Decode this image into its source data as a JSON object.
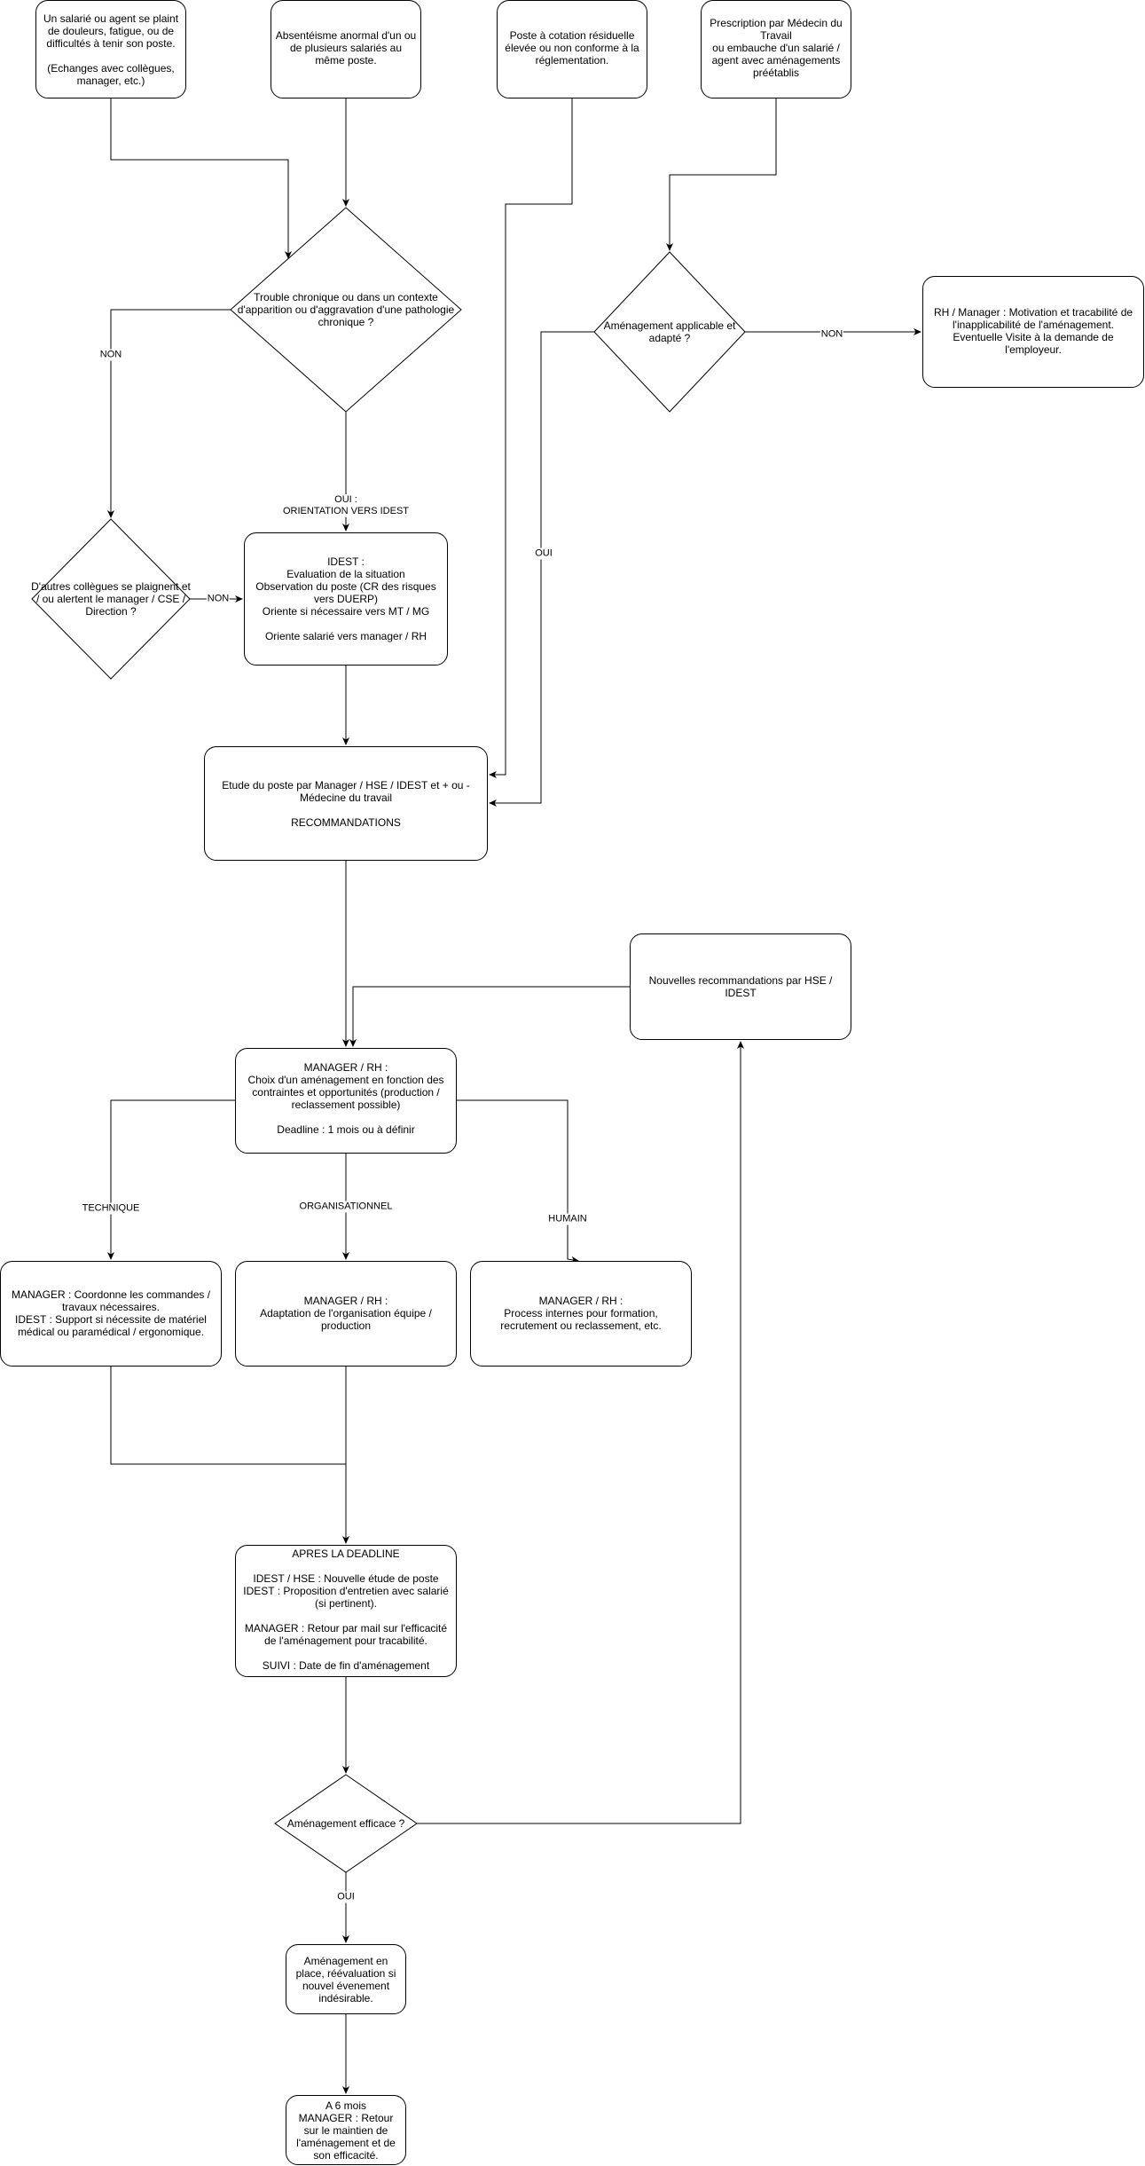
{
  "nodes": {
    "n1": "Un salarié ou agent se plaint de douleurs, fatigue, ou de difficultés à tenir son poste.\n\n(Echanges avec collègues, manager, etc.)",
    "n2": "Absentéisme anormal d'un ou de plusieurs salariés au même poste.",
    "n3": "Poste à cotation résiduelle élevée ou non conforme à la réglementation.",
    "n4": "Prescription par Médecin du Travail\nou embauche d'un salarié / agent avec aménagements préétablis",
    "d1": "Trouble chronique ou dans un contexte d'apparition ou d'aggravation d'une pathologie chronique ?",
    "d2": "Aménagement applicable et adapté ?",
    "n5": "RH / Manager : Motivation et tracabilité de l'inapplicabilité de l'aménagement.\nEventuelle Visite à la demande de l'employeur.",
    "d3": "D'autres collègues se plaignent et / ou alertent le manager / CSE / Direction ?",
    "n6": "IDEST :\nEvaluation de la situation\nObservation du poste (CR des risques vers DUERP)\nOriente si nécessaire vers MT / MG\n\nOriente salarié vers manager / RH",
    "n7": "Etude du poste par Manager / HSE / IDEST et + ou - Médecine du travail\n\nRECOMMANDATIONS",
    "n8": "Nouvelles recommandations par HSE / IDEST",
    "n9": "MANAGER / RH :\nChoix d'un aménagement en fonction des contraintes et opportunités (production / reclassement possible)\n\nDeadline : 1 mois ou à définir",
    "n10": "MANAGER : Coordonne les commandes / travaux nécessaires.\nIDEST : Support si nécessite de matériel médical ou paramédical / ergonomique.",
    "n11": "MANAGER / RH :\nAdaptation de l'organisation équipe / production",
    "n12": "MANAGER / RH :\nProcess internes pour formation, recrutement ou reclassement, etc.",
    "n13": "APRES LA DEADLINE\n\nIDEST / HSE : Nouvelle étude de poste\nIDEST : Proposition d'entretien avec salarié (si pertinent).\n\nMANAGER : Retour par mail sur l'efficacité de l'aménagement pour tracabilité.\n\nSUIVI : Date de fin d'aménagement",
    "d4": "Aménagement efficace ?",
    "n14": "Aménagement en place, réévaluation si nouvel évenement indésirable.",
    "n15": "A 6 mois\nMANAGER : Retour sur le maintien de l'aménagement et de son efficacité."
  },
  "edge_labels": {
    "non_left": "NON",
    "oui_idest": "OUI :\nORIENTATION VERS IDEST",
    "non_small": "NON",
    "non_right": "NON",
    "oui_right": "OUI",
    "technique": "TECHNIQUE",
    "organisationnel": "ORGANISATIONNEL",
    "humain": "HUMAIN",
    "oui_bottom": "OUI"
  },
  "colors": {
    "stroke": "#000000",
    "fill": "#ffffff"
  }
}
